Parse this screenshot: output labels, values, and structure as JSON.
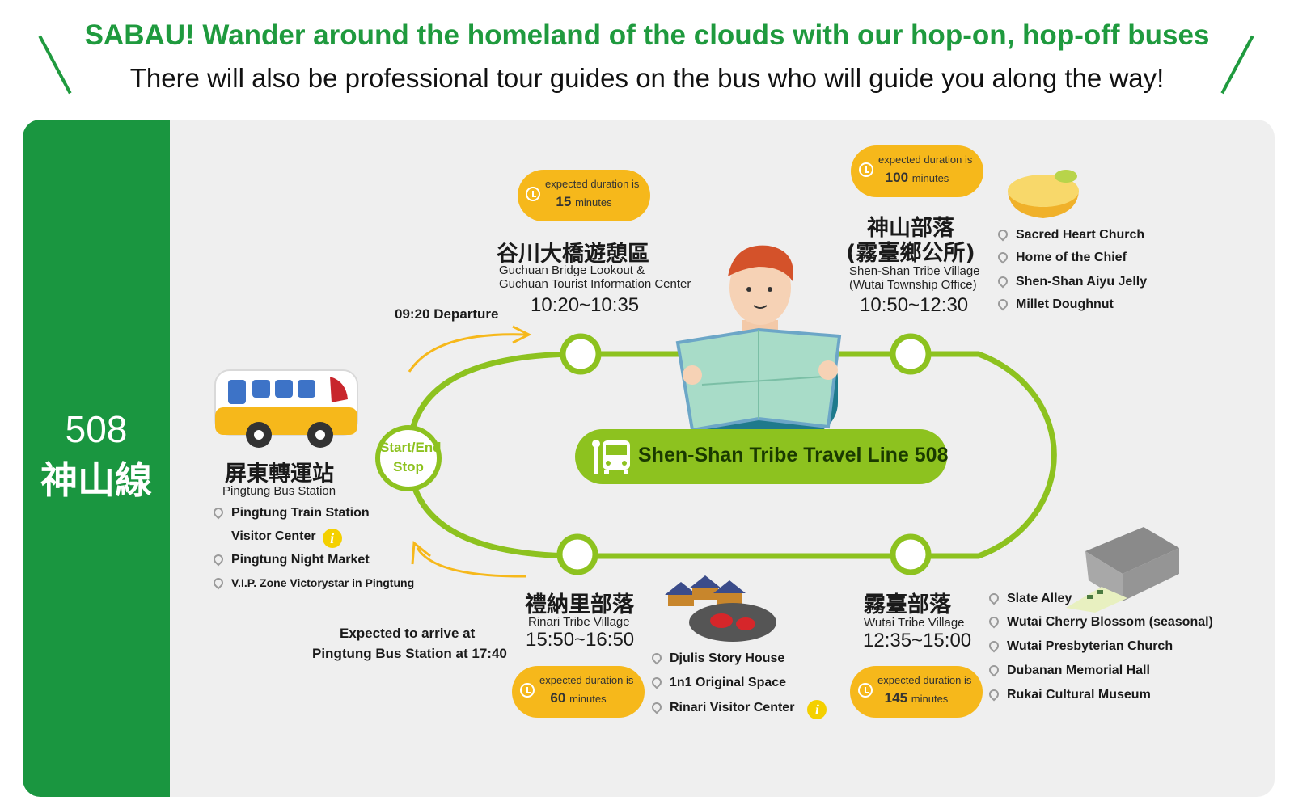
{
  "header": {
    "line1": "SABAU! Wander around the homeland of the clouds with our hop-on, hop-off buses",
    "line2": "There will also be professional tour guides on the bus who will guide you along the way!"
  },
  "route": {
    "number": "508",
    "name_zh": "神山線"
  },
  "line_label": "Shen-Shan Tribe Travel Line 508",
  "start": {
    "circle_line1": "Start/End",
    "circle_line2": "Stop",
    "name_zh": "屏東轉運站",
    "name_en": "Pingtung Bus Station",
    "departure": "09:20 Departure",
    "pois": [
      "Pingtung Train Station",
      "Visitor Center",
      "Pingtung Night Market",
      "V.I.P. Zone Victorystar in Pingtung"
    ],
    "arrival_line1": "Expected to arrive at",
    "arrival_line2": "Pingtung Bus Station at 17:40"
  },
  "stops": {
    "guchuan": {
      "name_zh": "谷川大橋遊憩區",
      "name_en_1": "Guchuan Bridge Lookout &",
      "name_en_2": "Guchuan Tourist  Information Center",
      "time": "10:20~10:35",
      "duration_label": "expected duration is",
      "duration_value": "15",
      "duration_unit": "minutes"
    },
    "shenshan": {
      "name_zh_1": "神山部落",
      "name_zh_2": "(霧臺鄉公所)",
      "name_en_1": "Shen-Shan Tribe Village",
      "name_en_2": "(Wutai Township Office)",
      "time": "10:50~12:30",
      "duration_label": "expected duration is",
      "duration_value": "100",
      "duration_unit": "minutes",
      "pois": [
        "Sacred Heart Church",
        "Home of the Chief",
        "Shen-Shan Aiyu Jelly",
        "Millet Doughnut"
      ]
    },
    "wutai": {
      "name_zh": "霧臺部落",
      "name_en": "Wutai Tribe Village",
      "time": "12:35~15:00",
      "duration_label": "expected duration is",
      "duration_value": "145",
      "duration_unit": "minutes",
      "pois": [
        "Slate Alley",
        "Wutai Cherry Blossom (seasonal)",
        "Wutai Presbyterian Church",
        "Dubanan Memorial Hall",
        "Rukai Cultural Museum"
      ]
    },
    "rinari": {
      "name_zh": "禮納里部落",
      "name_en": "Rinari Tribe Village",
      "time": "15:50~16:50",
      "duration_label": "expected duration is",
      "duration_value": "60",
      "duration_unit": "minutes",
      "pois": [
        "Djulis Story House",
        "1n1 Original Space",
        "Rinari Visitor Center"
      ]
    }
  },
  "colors": {
    "sidebar": "#1a9640",
    "route_line": "#8dc21f",
    "badge": "#f6b81b",
    "header_green": "#1f9a3e"
  },
  "icons": [
    "bus-stop-icon",
    "clock-icon",
    "location-pin-icon",
    "visitor-info-icon",
    "bus-illustration",
    "traveler-illustration",
    "jelly-illustration",
    "slate-house-illustration",
    "village-illustration"
  ]
}
